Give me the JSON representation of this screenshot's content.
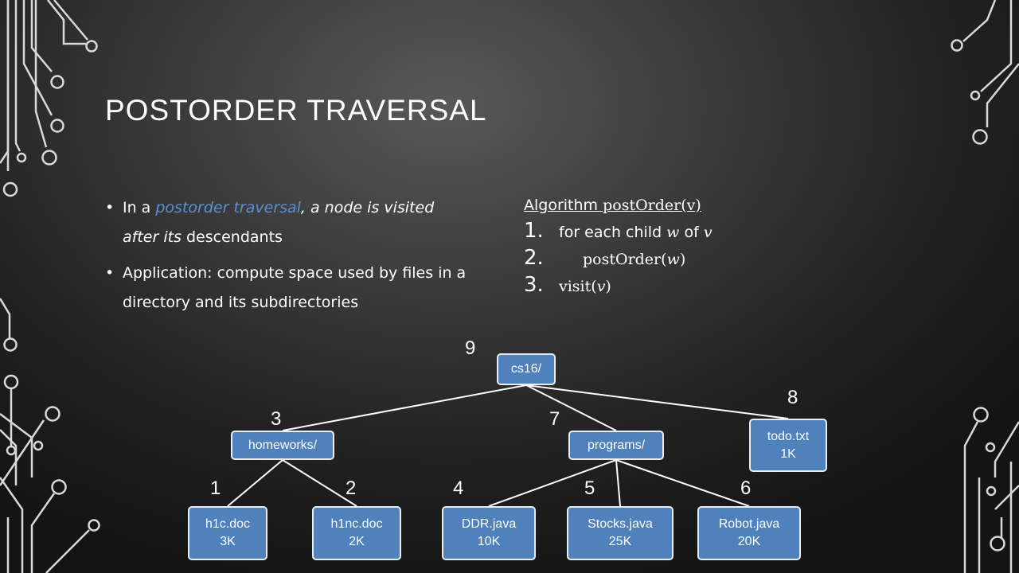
{
  "slide": {
    "title": "POSTORDER TRAVERSAL"
  },
  "bullets": [
    {
      "prefix": "In a ",
      "highlight": "postorder traversal",
      "middle": ", a node is visited",
      "line2_italic": "after its",
      "line2_rest": " descendants"
    },
    {
      "text": "Application: compute space used by files in a directory and its subdirectories"
    }
  ],
  "algorithm": {
    "label": "Algorithm ",
    "name": "postOrder(v)",
    "steps": [
      {
        "num": "1.",
        "text_a": "for each child ",
        "var_a": "w",
        "text_b": " of ",
        "var_b": "v"
      },
      {
        "num": "2.",
        "text": "postOrder(",
        "var": "w",
        "close": ")"
      },
      {
        "num": "3.",
        "text": "visit(",
        "var": "v",
        "close": ")"
      }
    ]
  },
  "tree": {
    "nodes": [
      {
        "id": "cs16",
        "line1": "cs16/",
        "line2": "",
        "order": "9"
      },
      {
        "id": "homeworks",
        "line1": "homeworks/",
        "line2": "",
        "order": "3"
      },
      {
        "id": "programs",
        "line1": "programs/",
        "line2": "",
        "order": "7"
      },
      {
        "id": "todo",
        "line1": "todo.txt",
        "line2": "1K",
        "order": "8"
      },
      {
        "id": "h1c",
        "line1": "h1c.doc",
        "line2": "3K",
        "order": "1"
      },
      {
        "id": "h1nc",
        "line1": "h1nc.doc",
        "line2": "2K",
        "order": "2"
      },
      {
        "id": "ddr",
        "line1": "DDR.java",
        "line2": "10K",
        "order": "4"
      },
      {
        "id": "stocks",
        "line1": "Stocks.java",
        "line2": "25K",
        "order": "5"
      },
      {
        "id": "robot",
        "line1": "Robot.java",
        "line2": "20K",
        "order": "6"
      }
    ],
    "edges": [
      [
        "cs16",
        "homeworks"
      ],
      [
        "cs16",
        "programs"
      ],
      [
        "cs16",
        "todo"
      ],
      [
        "homeworks",
        "h1c"
      ],
      [
        "homeworks",
        "h1nc"
      ],
      [
        "programs",
        "ddr"
      ],
      [
        "programs",
        "stocks"
      ],
      [
        "programs",
        "robot"
      ]
    ]
  },
  "colors": {
    "node_fill": "#4f81bd",
    "highlight_text": "#5b8fd0"
  }
}
